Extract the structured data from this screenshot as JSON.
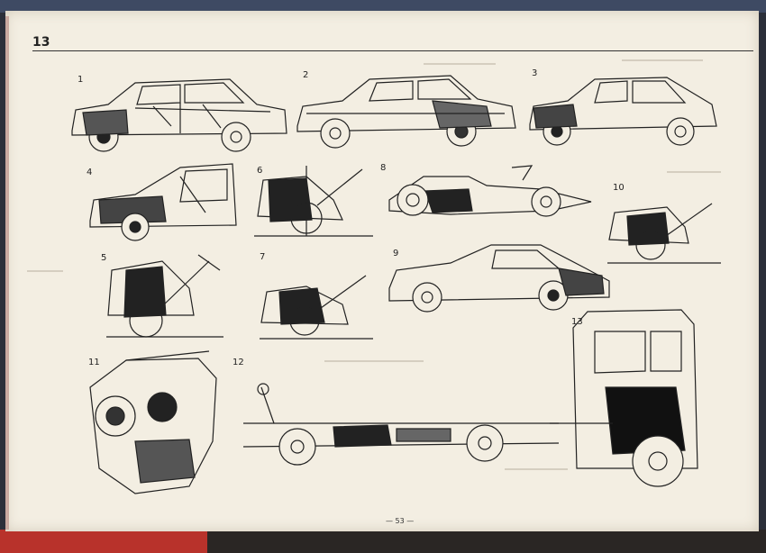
{
  "page": {
    "header_number": "13",
    "footer": "— 53 —"
  },
  "figure_labels": [
    "1",
    "2",
    "3",
    "4",
    "5",
    "6",
    "7",
    "8",
    "9",
    "10",
    "11",
    "12",
    "13"
  ]
}
